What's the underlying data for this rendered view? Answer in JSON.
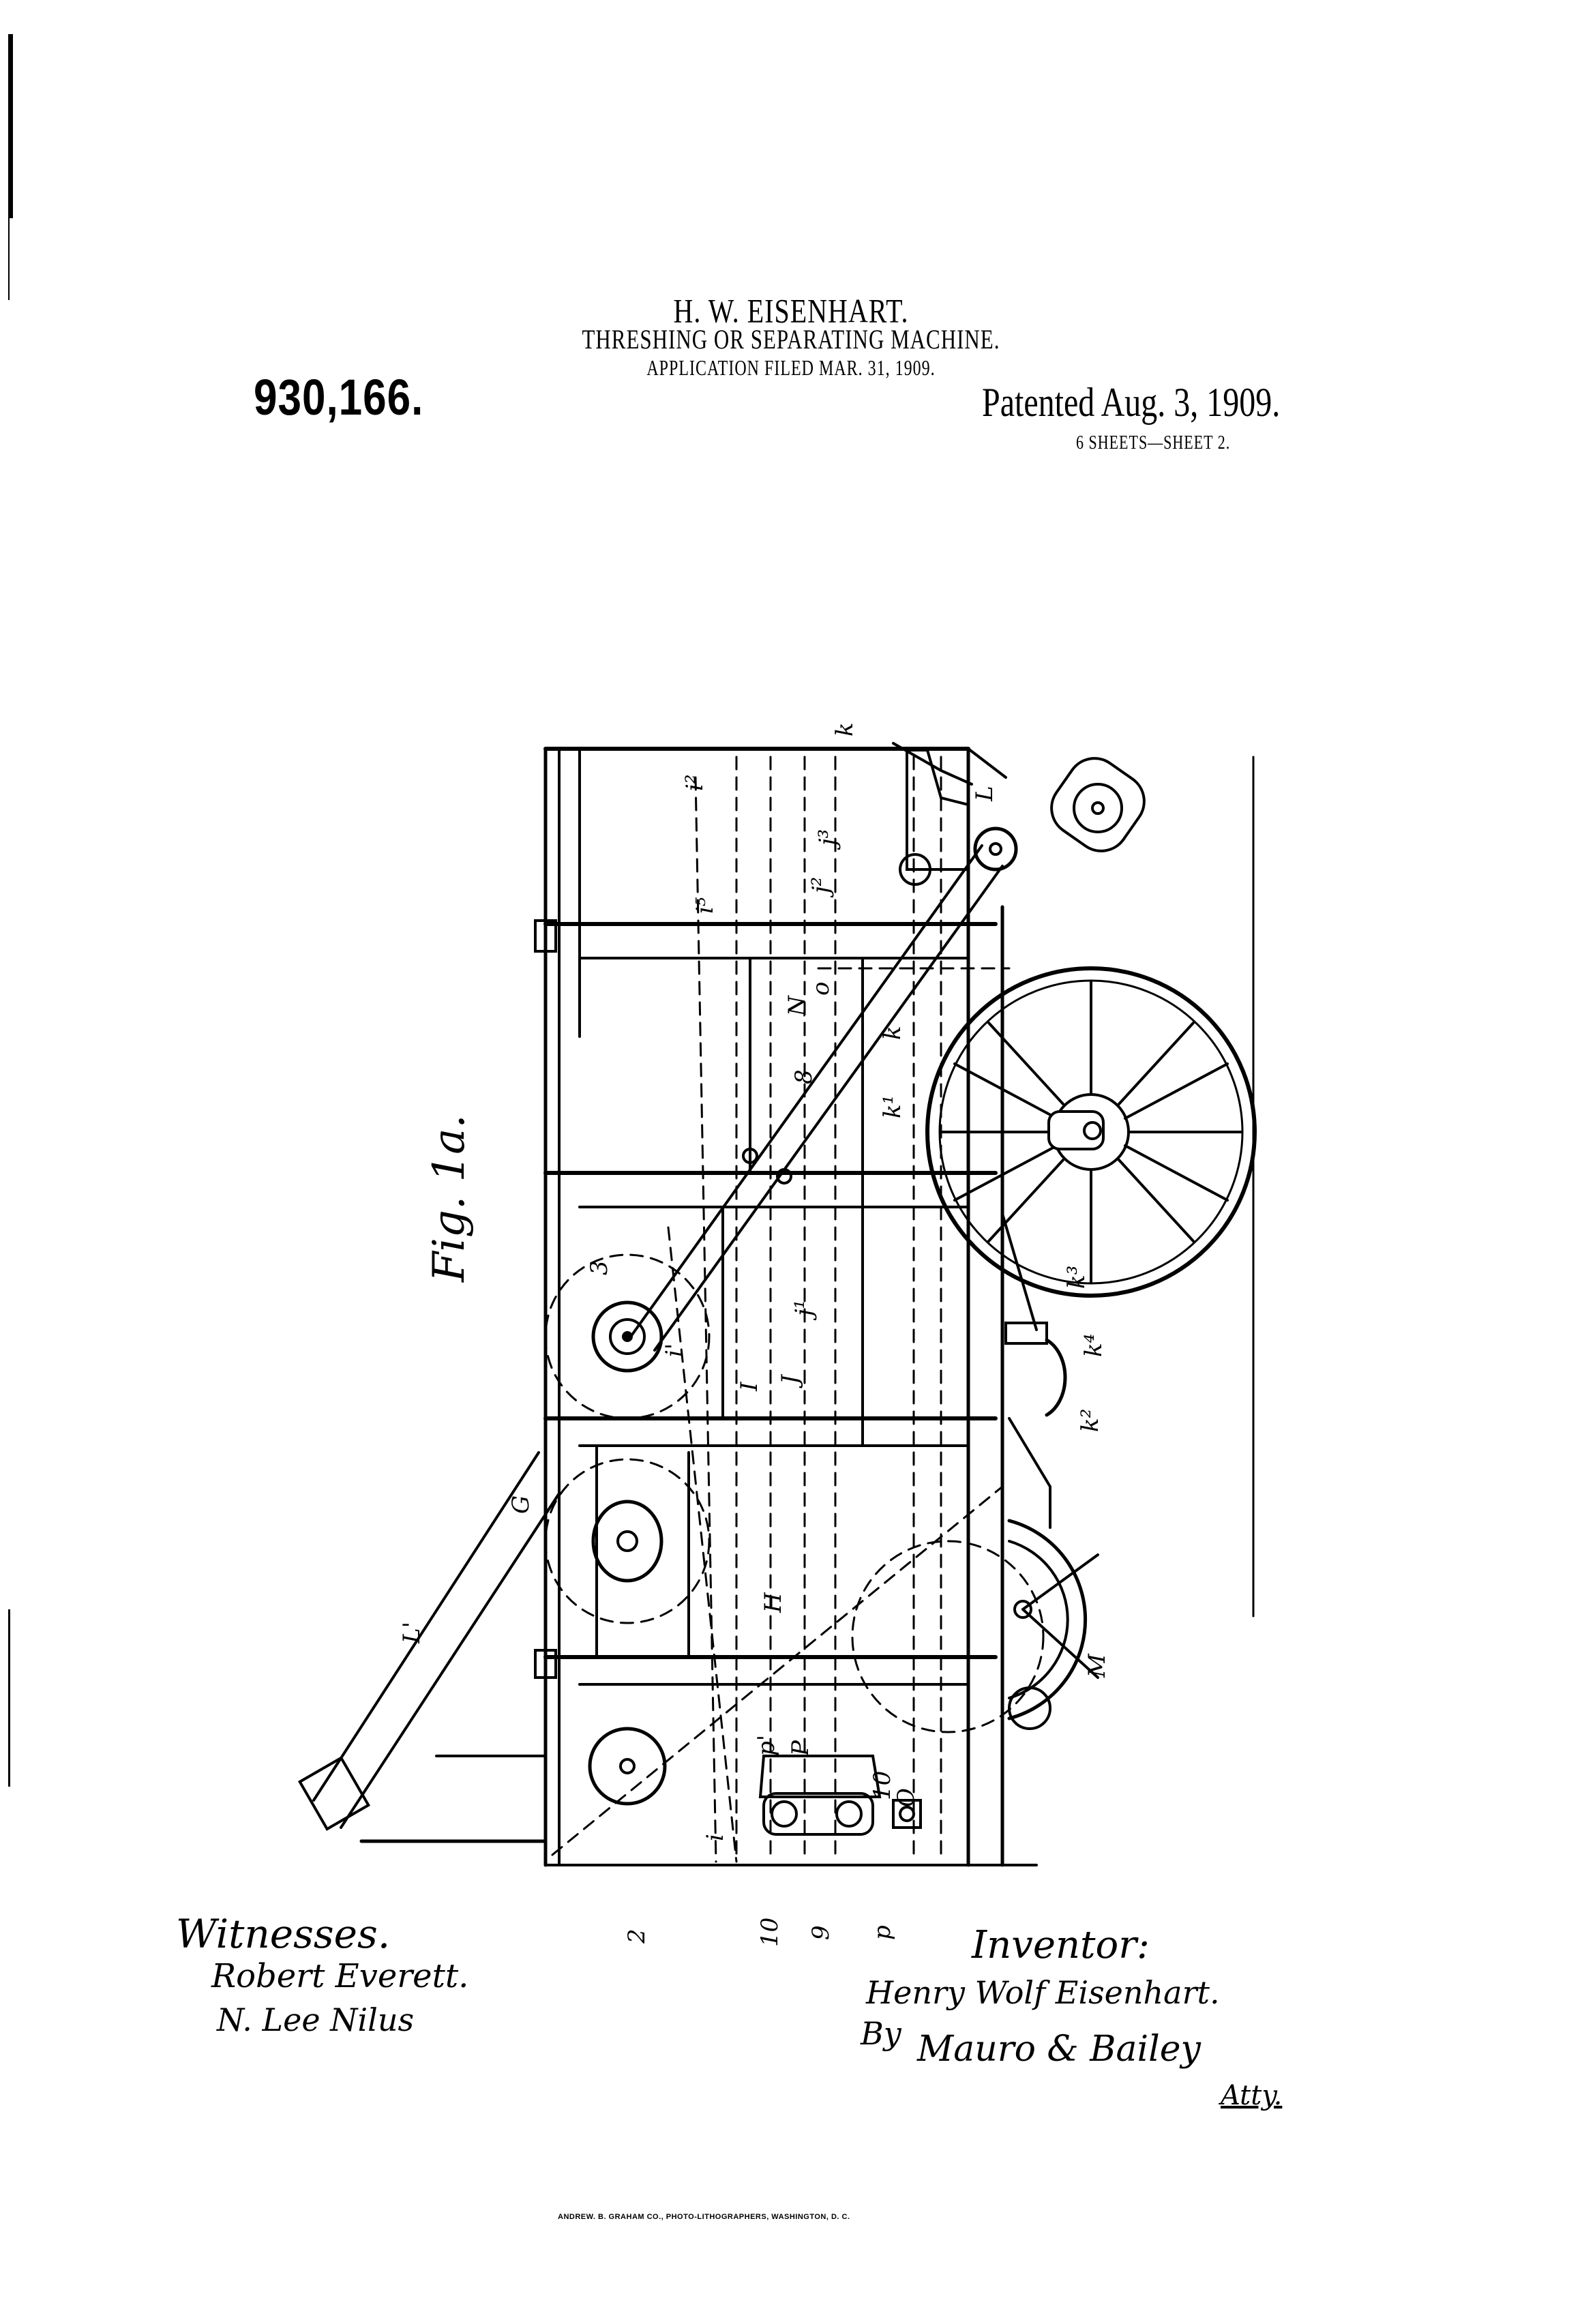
{
  "header": {
    "inventor": "H. W. EISENHART.",
    "title": "THRESHING OR SEPARATING MACHINE.",
    "filed": "APPLICATION FILED MAR. 31, 1909.",
    "patent_number": "930,166.",
    "patented": "Patented Aug. 3, 1909.",
    "sheets": "6 SHEETS—SHEET 2."
  },
  "figure": {
    "label": "Fig. 1a.",
    "reference_labels": {
      "k": "k",
      "L": "L",
      "i2": "i²",
      "i5": "i⁵",
      "j2": "j²",
      "j3": "j³",
      "N": "N",
      "O_upper": "o",
      "eight": "8",
      "k_mid": "k",
      "k1": "k¹",
      "three": "3",
      "i1": "i'",
      "I": "I",
      "J": "J",
      "j1": "j¹",
      "k3": "k³",
      "k4": "k⁴",
      "k2": "k²",
      "G": "G",
      "L1": "L'",
      "H": "H",
      "M": "M",
      "p1": "p'",
      "P": "P",
      "ten_upper": "10",
      "O": "O",
      "i": "i",
      "two": "2",
      "ten_lower": "10",
      "nine": "9",
      "p": "p"
    }
  },
  "signatures": {
    "witnesses_heading": "Witnesses.",
    "witness_1": "Robert Everett.",
    "witness_2": "N. Lee Nilus",
    "inventor_heading": "Inventor:",
    "inventor_name": "Henry Wolf Eisenhart.",
    "by_label": "By",
    "attorney": "Mauro & Bailey",
    "atty_label": "Atty."
  },
  "footer": {
    "credit": "ANDREW. B. GRAHAM CO., PHOTO-LITHOGRAPHERS, WASHINGTON, D. C."
  }
}
